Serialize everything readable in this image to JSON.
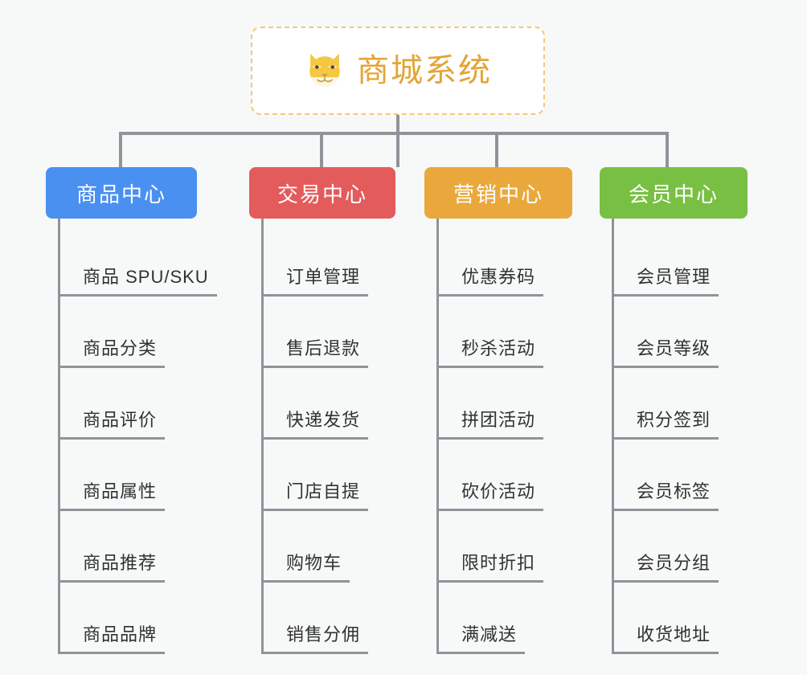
{
  "page": {
    "background_color": "#f7f8f8",
    "line_color": "#909399",
    "leaf_text_color": "#303133"
  },
  "root": {
    "title": "商城系统",
    "icon": "shiba-dog-face-icon",
    "title_color": "#e3a437",
    "border_color": "#f3c87a",
    "background_color": "#ffffff"
  },
  "columns": [
    {
      "id": "product-center",
      "label": "商品中心",
      "color": "#4a90f0",
      "items": [
        "商品 SPU/SKU",
        "商品分类",
        "商品评价",
        "商品属性",
        "商品推荐",
        "商品品牌"
      ]
    },
    {
      "id": "trade-center",
      "label": "交易中心",
      "color": "#e35b5b",
      "items": [
        "订单管理",
        "售后退款",
        "快递发货",
        "门店自提",
        "购物车",
        "销售分佣"
      ]
    },
    {
      "id": "marketing-center",
      "label": "营销中心",
      "color": "#eaa83c",
      "items": [
        "优惠券码",
        "秒杀活动",
        "拼团活动",
        "砍价活动",
        "限时折扣",
        "满减送"
      ]
    },
    {
      "id": "member-center",
      "label": "会员中心",
      "color": "#78c043",
      "items": [
        "会员管理",
        "会员等级",
        "积分签到",
        "会员标签",
        "会员分组",
        "收货地址"
      ]
    }
  ]
}
